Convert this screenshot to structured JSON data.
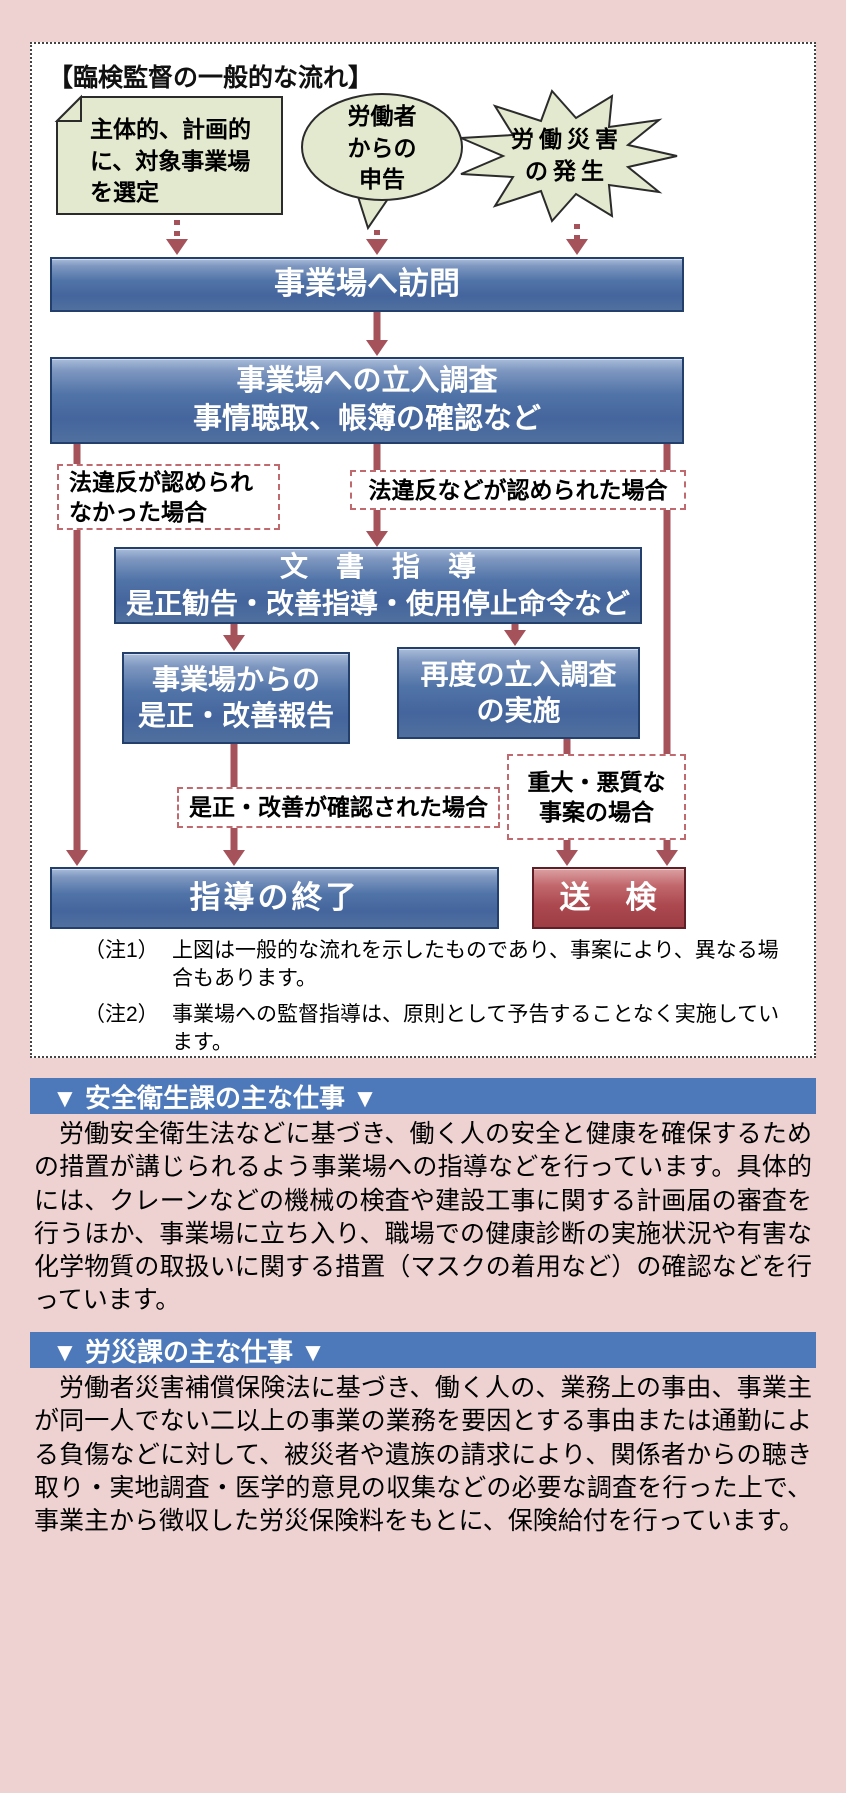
{
  "colors": {
    "page_bg": "#eed2d2",
    "panel_bg": "#ffffff",
    "arrow_red": "#a5525b",
    "dashed_border": "#c06a70",
    "shape_green": "#e3e9cf",
    "bar_border": "#23406d",
    "header_blue": "#4d79ba"
  },
  "flowchart": {
    "title": "【臨検監督の一般的な流れ】",
    "sources": {
      "planned": [
        "主体的、計画的",
        "に、対象事業場",
        "を選定"
      ],
      "report": [
        "労働者",
        "からの",
        "申告"
      ],
      "accident": [
        "労働災害",
        "の発生"
      ]
    },
    "boxes": {
      "visit": "事業場へ訪問",
      "inspection": [
        "事業場への立入調査",
        "事情聴取、帳簿の確認など"
      ],
      "document_guidance": [
        "文　書　指　導",
        "是正勧告・改善指導・使用停止命令など"
      ],
      "correction_report": [
        "事業場からの",
        "是正・改善報告"
      ],
      "reinspection": [
        "再度の立入調査",
        "の実施"
      ],
      "end_of_guidance": "指導の終了",
      "prosecution": "送　検"
    },
    "labels": {
      "no_violation": [
        "法違反が認められ",
        "なかった場合"
      ],
      "violation_found": "法違反などが認められた場合",
      "correction_confirmed": "是正・改善が確認された場合",
      "serious_case": [
        "重大・悪質な",
        "事案の場合"
      ]
    },
    "notes": [
      {
        "label": "（注1）",
        "text": "上図は一般的な流れを示したものであり、事案により、異なる場合もあります。"
      },
      {
        "label": "（注2）",
        "text": "事業場への監督指導は、原則として予告することなく実施しています。"
      }
    ]
  },
  "sections": [
    {
      "title": "▼ 安全衛生課の主な仕事 ▼",
      "body": "労働安全衛生法などに基づき、働く人の安全と健康を確保するための措置が講じられるよう事業場への指導などを行っています。具体的には、クレーンなどの機械の検査や建設工事に関する計画届の審査を行うほか、事業場に立ち入り、職場での健康診断の実施状況や有害な化学物質の取扱いに関する措置（マスクの着用など）の確認などを行っています。"
    },
    {
      "title": "▼ 労災課の主な仕事 ▼",
      "body": "労働者災害補償保険法に基づき、働く人の、業務上の事由、事業主が同一人でない二以上の事業の業務を要因とする事由または通勤による負傷などに対して、被災者や遺族の請求により、関係者からの聴き取り・実地調査・医学的意見の収集などの必要な調査を行った上で、事業主から徴収した労災保険料をもとに、保険給付を行っています。"
    }
  ]
}
